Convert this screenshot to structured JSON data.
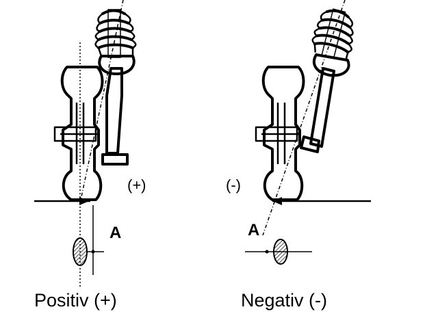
{
  "left": {
    "caption": "Positiv (+)",
    "sign": "(+)",
    "axis_label": "A"
  },
  "right": {
    "caption": "Negativ (-)",
    "sign": "(-)",
    "axis_label": "A"
  }
}
